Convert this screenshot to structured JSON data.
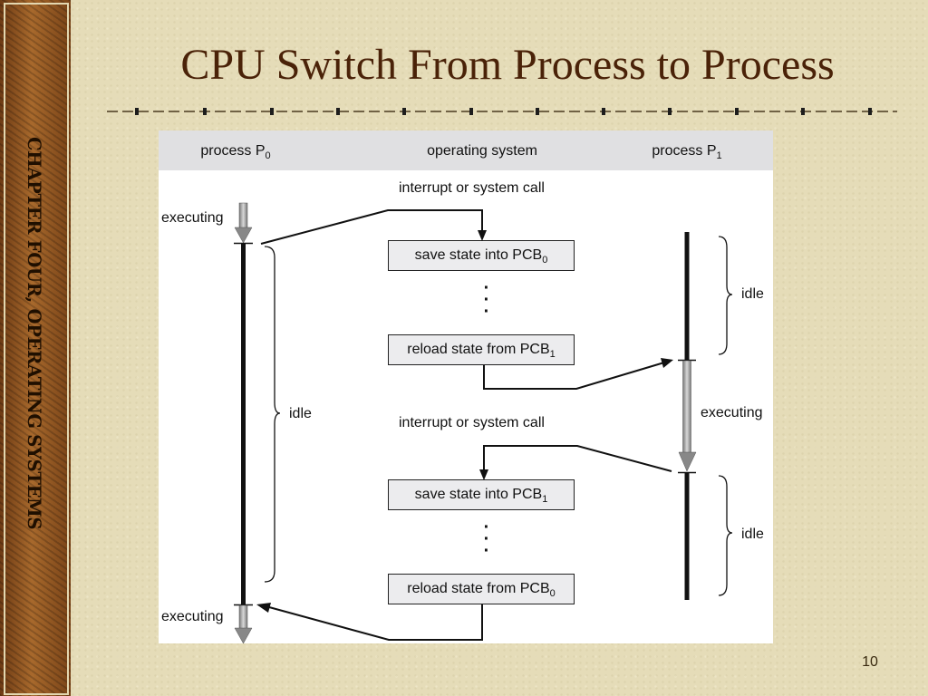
{
  "sidebar": {
    "text": "CHAPTER FOUR, OPERATING SYSTEMS"
  },
  "slide": {
    "title": "CPU Switch From Process to Process",
    "number": "10"
  },
  "diagram": {
    "headers": {
      "p0_label": "process P",
      "p0_sub": "0",
      "os_label": "operating system",
      "p1_label": "process P",
      "p1_sub": "1"
    },
    "interrupt_top": "interrupt or system call",
    "interrupt_bottom": "interrupt or system call",
    "boxes": [
      {
        "text": "save state into PCB",
        "sub": "0"
      },
      {
        "text": "reload state from PCB",
        "sub": "1"
      },
      {
        "text": "save state into PCB",
        "sub": "1"
      },
      {
        "text": "reload state from PCB",
        "sub": "0"
      }
    ],
    "p0_states": [
      "executing",
      "idle",
      "executing"
    ],
    "p1_states": [
      "idle",
      "executing",
      "idle"
    ]
  }
}
